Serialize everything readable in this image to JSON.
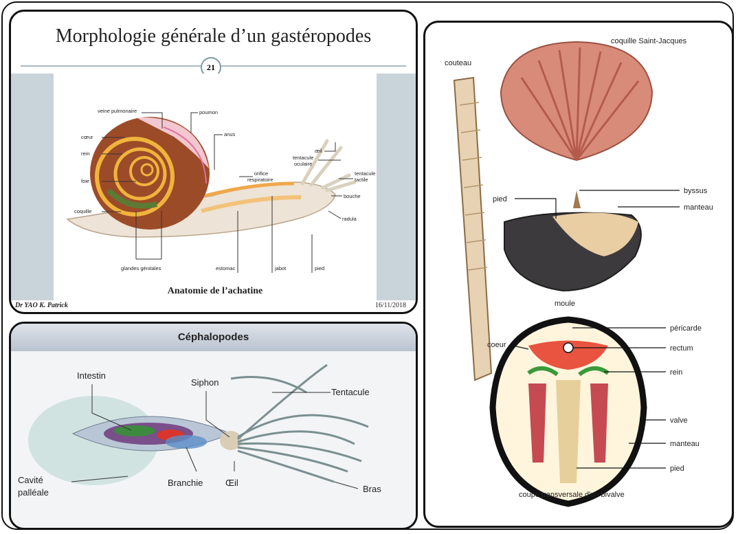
{
  "gastropod_slide": {
    "title": "Morphologie générale d’un gastéropodes",
    "slide_number": "21",
    "caption": "Anatomie de l’achatine",
    "author": "Dr YAO K. Patrick",
    "date": "16/11/2018",
    "labels": {
      "veine_pulmonaire": "veine pulmonaire",
      "poumon": "poumon",
      "anus": "anus",
      "coeur": "cœur",
      "rein": "rein",
      "foie": "foie",
      "coquille": "coquille",
      "glandes_genitales": "glandes génitales",
      "estomac": "estomac",
      "jabot": "jabot",
      "pied": "pied",
      "oeil": "œil",
      "tentacule_oculaire": [
        "tentacule",
        "oculaire"
      ],
      "orifice_respiratoire": [
        "orifice",
        "respiratoire"
      ],
      "tentacule_tactile": [
        "tentacule",
        "tactile"
      ],
      "bouche": "bouche",
      "radula": "radula"
    }
  },
  "cephalopod_panel": {
    "title": "Céphalopodes",
    "labels": {
      "intestin": "Intestin",
      "siphon": "Siphon",
      "tentacule": "Tentacule",
      "cavite": [
        "Cavité",
        "palléale"
      ],
      "branchie": "Branchie",
      "oeil": "Œil",
      "bras": "Bras"
    }
  },
  "bivalve_panel": {
    "labels": {
      "couteau": "couteau",
      "coquille_st_jacques": "coquille Saint-Jacques",
      "pied_moule": "pied",
      "byssus": "byssus",
      "manteau_moule": "manteau",
      "moule": "moule",
      "pericarde": "péricarde",
      "coeur": "coeur",
      "rectum": "rectum",
      "rein": "rein",
      "valve": "valve",
      "manteau": "manteau",
      "pied": "pied",
      "coupe": "coupe transversale d'un bivalve"
    }
  }
}
